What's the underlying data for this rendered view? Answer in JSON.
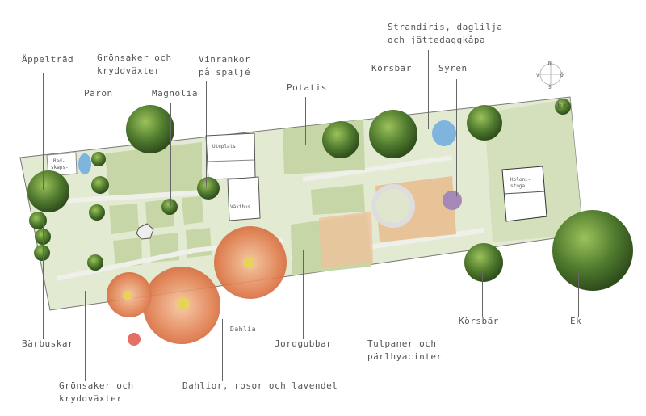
{
  "labels": {
    "appeltrad": "Äppelträd",
    "gronsaker_top_1": "Grönsaker och",
    "gronsaker_top_2": "kryddväxter",
    "paron": "Päron",
    "magnolia": "Magnolia",
    "vinrankor_1": "Vinrankor",
    "vinrankor_2": "på spaljé",
    "potatis": "Potatis",
    "korsbar_top": "Körsbär",
    "strandiris_1": "Strandiris, daglilja",
    "strandiris_2": "och jättedaggkåpa",
    "syren": "Syren",
    "ek_top": "Ek",
    "korsbar_bottom": "Körsbär",
    "ek_bottom": "Ek",
    "barbuskar": "Bärbuskar",
    "gronsaker_bottom_1": "Grönsaker och",
    "gronsaker_bottom_2": "kryddväxter",
    "dahlior": "Dahlior, rosor och lavendel",
    "dahlia": "Dahlia",
    "jordgubbar": "Jordgubbar",
    "tulpaner_1": "Tulpaner och",
    "tulpaner_2": "pärlhyacinter"
  },
  "buildings": {
    "redskap_1": "Red-",
    "redskap_2": "skaps-",
    "uteplats": "Uteplats",
    "vaxthus": "Växthus",
    "koloni_1": "Koloni-",
    "koloni_2": "stuga"
  },
  "compass": {
    "n": "N",
    "s": "S",
    "v": "V",
    "o": "Ö"
  },
  "colors": {
    "lawn": "#cfdcb4",
    "path": "#e8ebe0",
    "tree": "#4f7a2e",
    "dahlia": "#e07a4a"
  }
}
